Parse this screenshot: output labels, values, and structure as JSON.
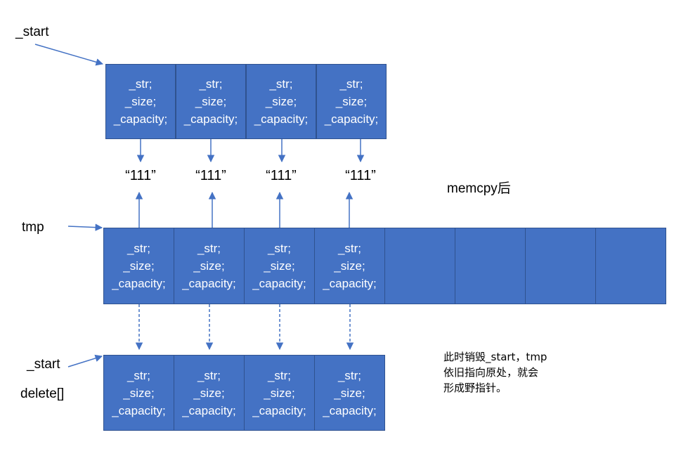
{
  "labels": {
    "start_top": "_start",
    "tmp": "tmp",
    "start_bottom": "_start",
    "delete": "delete[]",
    "memcpy": "memcpy后"
  },
  "cell_fields": [
    "_str;",
    "_size;",
    "_capacity;"
  ],
  "string_values": [
    "“111”",
    "“111”",
    "“111”",
    "“111”"
  ],
  "rows": {
    "top": {
      "filled_cells": 4,
      "empty_cells": 0
    },
    "middle": {
      "filled_cells": 4,
      "empty_cells": 4
    },
    "bottom": {
      "filled_cells": 4,
      "empty_cells": 0
    }
  },
  "note": {
    "line1": "此时销毁_start，tmp",
    "line2": "依旧指向原处，就会",
    "line3": "形成野指针。"
  },
  "colors": {
    "cell_fill": "#4472c4",
    "cell_border": "#2f528f",
    "arrow": "#4472c4",
    "text": "#000000",
    "cell_text": "#ffffff"
  }
}
